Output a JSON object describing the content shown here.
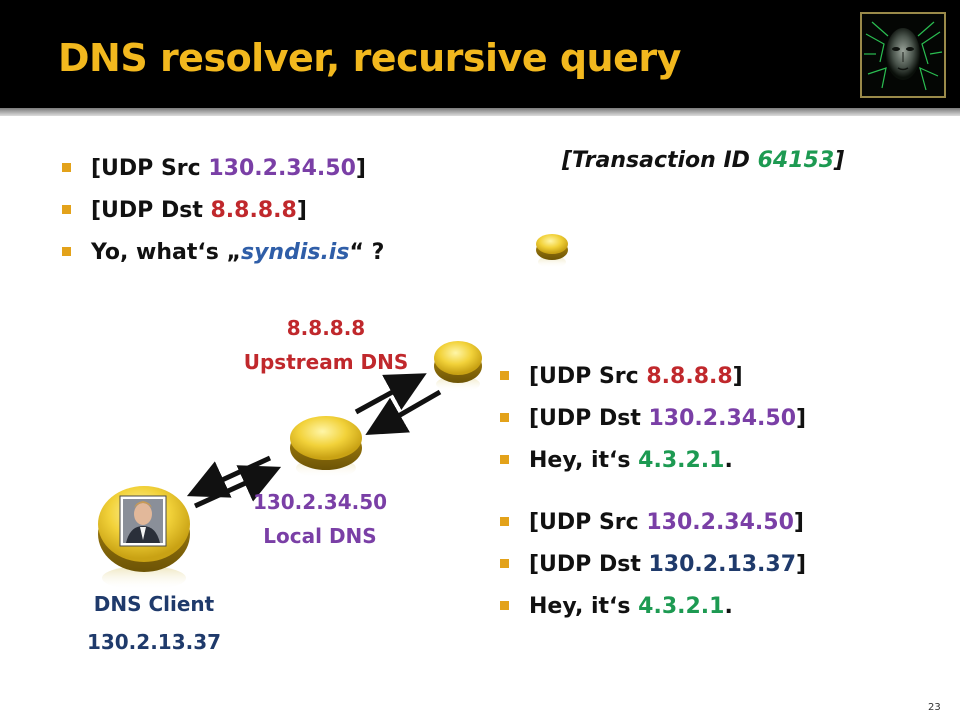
{
  "slide": {
    "title": "DNS resolver, recursive query",
    "page_number": "23"
  },
  "query": {
    "bullet1_prefix": "[UDP Src ",
    "bullet1_ip": "130.2.34.50",
    "bullet1_suffix": "]",
    "bullet2_prefix": "[UDP Dst ",
    "bullet2_ip": "8.8.8.8",
    "bullet2_suffix": "]",
    "bullet3_prefix": "Yo, what‘s „",
    "bullet3_name": "syndis.is",
    "bullet3_suffix": "“ ?"
  },
  "transaction": {
    "prefix": "[Transaction ID ",
    "id": "64153",
    "suffix": "]"
  },
  "upstream_reply": {
    "bullet1_prefix": "[UDP Src ",
    "bullet1_ip": "8.8.8.8",
    "bullet1_suffix": "]",
    "bullet2_prefix": "[UDP Dst ",
    "bullet2_ip": "130.2.34.50",
    "bullet2_suffix": "]",
    "bullet3_prefix": "Hey, it‘s ",
    "bullet3_ip": "4.3.2.1",
    "bullet3_suffix": "."
  },
  "local_reply": {
    "bullet1_prefix": "[UDP Src ",
    "bullet1_ip": "130.2.34.50",
    "bullet1_suffix": "]",
    "bullet2_prefix": "[UDP Dst ",
    "bullet2_ip": "130.2.13.37",
    "bullet2_suffix": "]",
    "bullet3_prefix": "Hey, it‘s ",
    "bullet3_ip": "4.3.2.1",
    "bullet3_suffix": "."
  },
  "nodes": {
    "upstream_ip": "8.8.8.8",
    "upstream_name": "Upstream DNS",
    "local_ip": "130.2.34.50",
    "local_name": "Local DNS",
    "client_name": "DNS Client",
    "client_ip": "130.2.13.37"
  },
  "colors": {
    "title": "#f2b81e",
    "bullet": "#e3a21a",
    "purple_ip": "#7a3fa6",
    "red_ip": "#c0282c",
    "green_ip": "#1d9a52",
    "navy_ip": "#1f3a6b"
  }
}
